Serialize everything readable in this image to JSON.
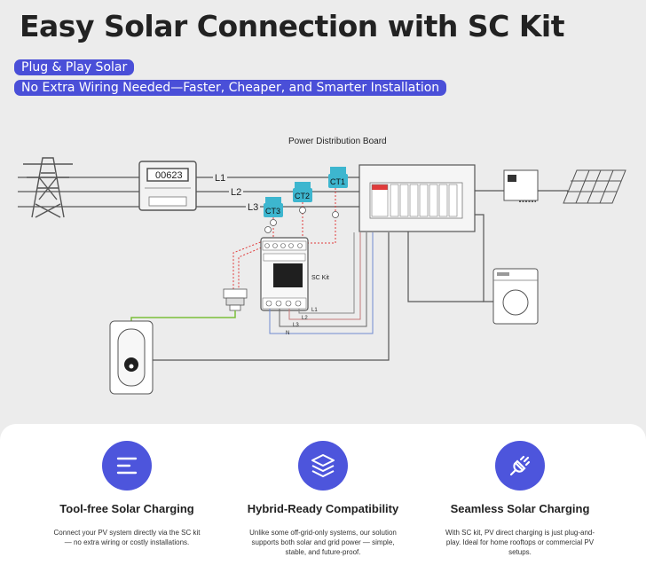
{
  "header": {
    "title": "Easy Solar Connection with SC Kit",
    "pill1": "Plug & Play Solar",
    "pill2": "No Extra Wiring Needed—Faster, Cheaper, and Smarter Installation"
  },
  "diagram": {
    "board_label": "Power Distribution Board",
    "meter_reading": "00623",
    "lines": {
      "l1": "L1",
      "l2": "L2",
      "l3": "L3"
    },
    "ct": {
      "ct1": "CT1",
      "ct2": "CT2",
      "ct3": "CT3"
    },
    "kit_label": "SC Kit",
    "wire_labels": {
      "l1": "L1",
      "l2": "L2",
      "l3": "L3",
      "n": "N"
    }
  },
  "features": [
    {
      "title": "Tool-free Solar Charging",
      "desc": "Connect your PV system directly via the SC kit — no extra wiring or costly installations.",
      "icon": "lines-icon"
    },
    {
      "title": "Hybrid-Ready Compatibility",
      "desc": "Unlike some off-grid-only systems, our solution supports both solar and grid power — simple, stable, and future-proof.",
      "icon": "layers-icon"
    },
    {
      "title": "Seamless Solar Charging",
      "desc": "With SC kit, PV direct charging is just plug-and-play. Ideal for home rooftops or commercial PV setups.",
      "icon": "plug-icon"
    }
  ],
  "colors": {
    "accent": "#4d55dc",
    "ct": "#3db6cf",
    "red": "#e03a3a",
    "green": "#7bbf3a"
  }
}
